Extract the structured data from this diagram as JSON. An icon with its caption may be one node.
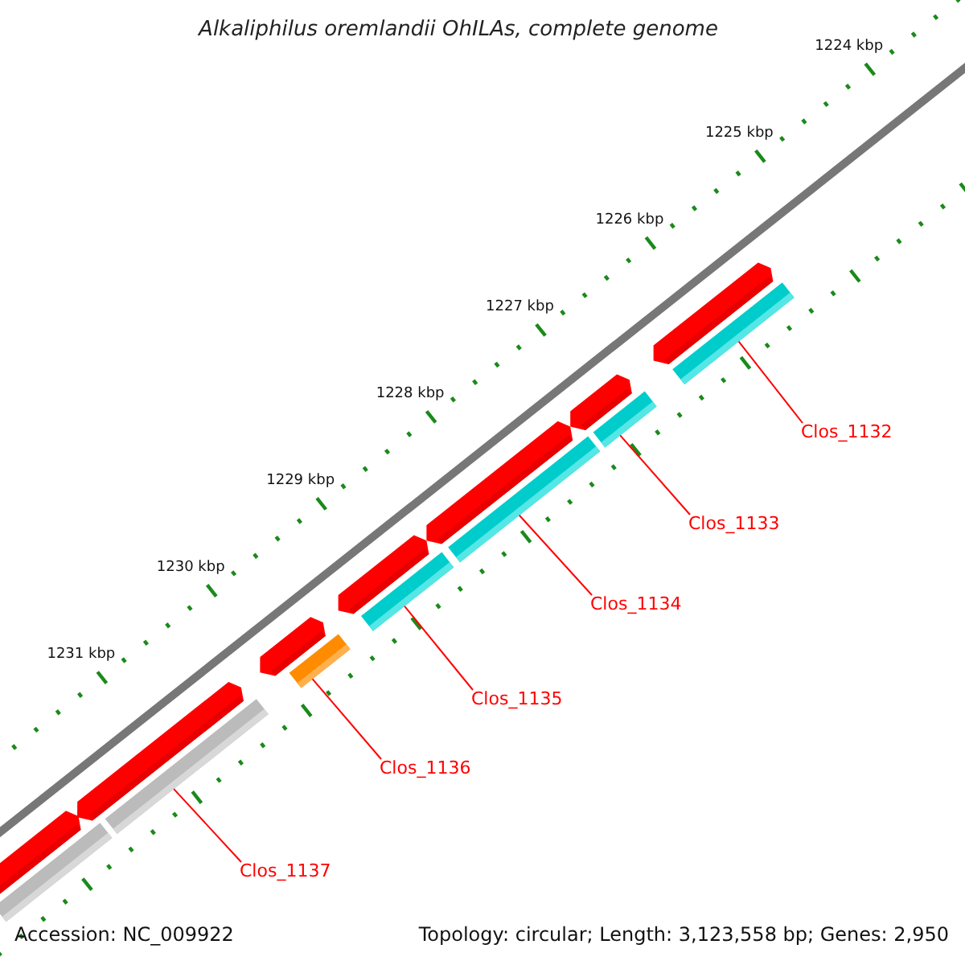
{
  "diagram": {
    "title": "Alkaliphilus oremlandii OhILAs, complete genome",
    "nodes": [
      {
        "text": [],
        "shape": "bar"
      },
      {
        "text": [],
        "shape": "bar"
      },
      {
        "text": [],
        "shape": "bar"
      },
      {
        "text": [],
        "shape": "bar"
      },
      {
        "text": [],
        "shape": "bar"
      },
      {
        "text": [],
        "shape": "bar"
      },
      {
        "text": [],
        "shape": "bar"
      },
      {
        "text": [
          "Clos_1132"
        ]
      },
      {
        "text": [
          "Clos_1133"
        ]
      },
      {
        "text": [
          "Clos_1134"
        ]
      },
      {
        "text": [
          "Clos_1135"
        ]
      },
      {
        "text": [
          "Clos_1136"
        ]
      },
      {
        "text": [
          "Clos_1137"
        ]
      },
      {
        "text": [],
        "shape": "arrow"
      },
      {
        "text": [],
        "shape": "arrow"
      },
      {
        "text": [],
        "shape": "arrow"
      },
      {
        "text": [],
        "shape": "arrow"
      },
      {
        "text": [],
        "shape": "arrow"
      },
      {
        "text": [],
        "shape": "arrow"
      },
      {
        "text": [],
        "shape": "arrow"
      }
    ],
    "edges": [
      {
        "from": 7,
        "to": 0,
        "arrow": "none"
      },
      {
        "from": 8,
        "to": 1,
        "arrow": "none"
      },
      {
        "from": 9,
        "to": 2,
        "arrow": "none"
      },
      {
        "from": 10,
        "to": 3,
        "arrow": "none"
      },
      {
        "from": 11,
        "to": 4,
        "arrow": "none"
      },
      {
        "from": 12,
        "to": 5,
        "arrow": "none"
      }
    ],
    "labels": [
      "1224 kbp",
      "1225 kbp",
      "1226 kbp",
      "1227 kbp",
      "1228 kbp",
      "1229 kbp",
      "1230 kbp",
      "1231 kbp",
      "Accession: NC_009922",
      "Topology: circular; Length: 3,123,558 bp; Genes: 2,950"
    ]
  }
}
